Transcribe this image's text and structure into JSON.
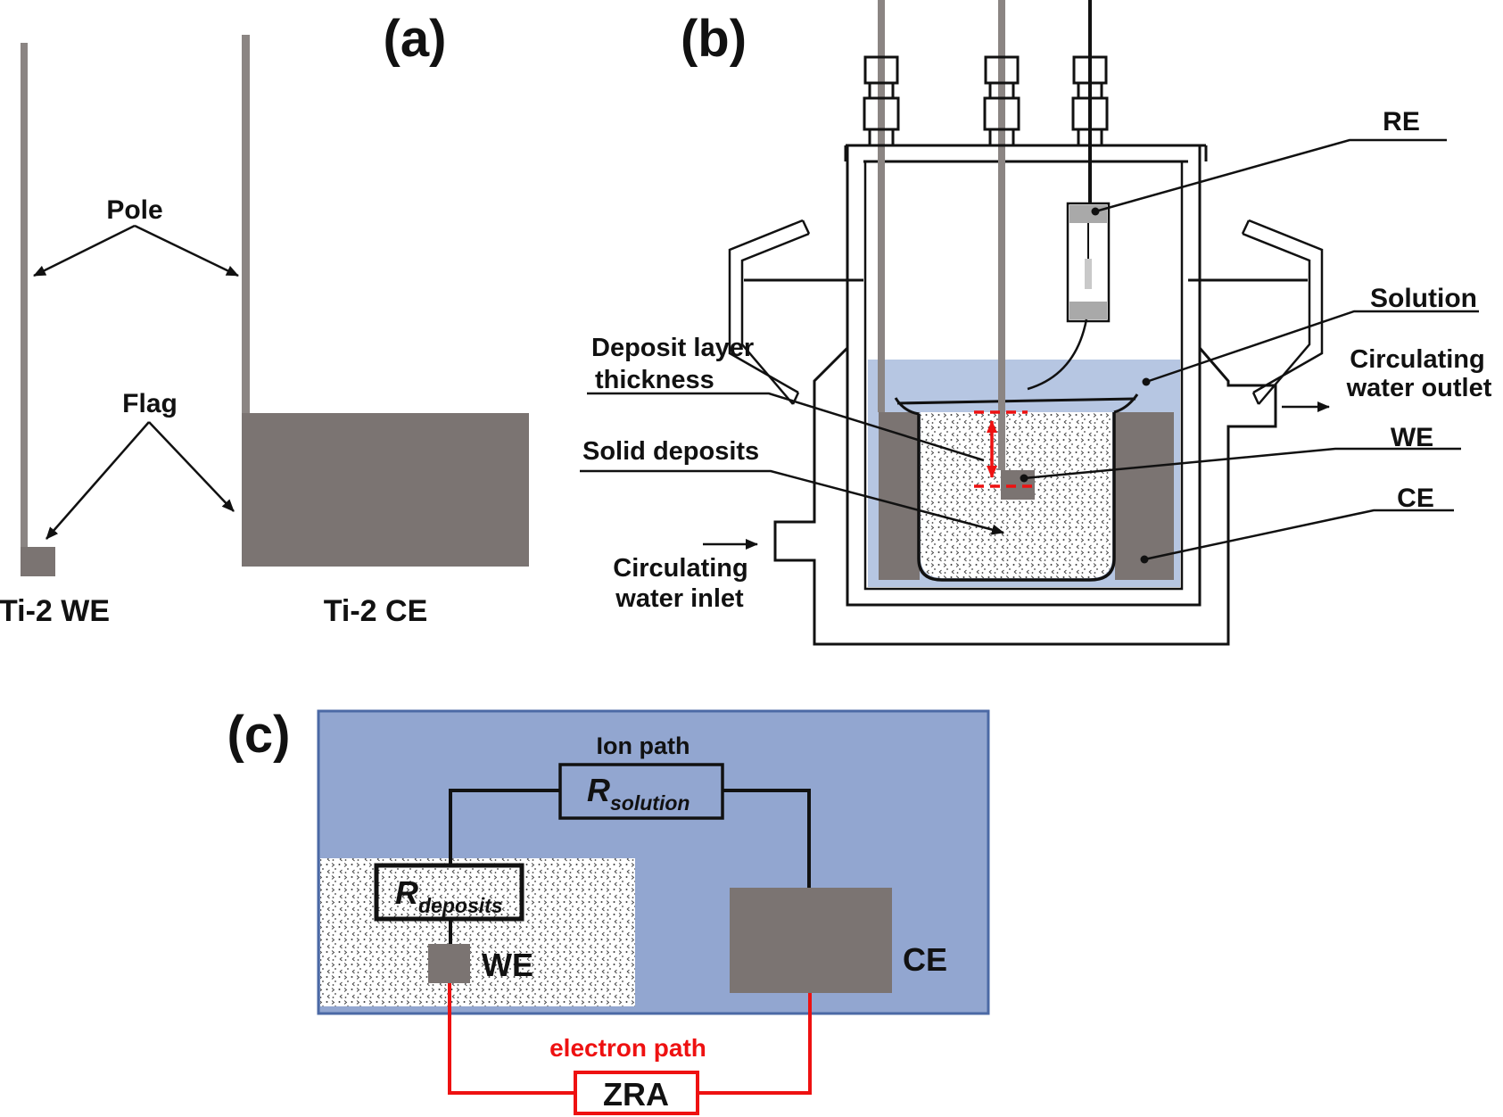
{
  "colors": {
    "electrode": "#7b7472",
    "rod": "#8b8583",
    "solution_blue": "#b6c6e2",
    "circuit_blue": "#92a6d0",
    "circuit_border": "#4b69a5",
    "re_cap": "#a9a9a9",
    "red": "#ee1111",
    "ink": "#111111"
  },
  "panel_a": {
    "tag": "(a)",
    "pole_label": "Pole",
    "flag_label": "Flag",
    "we_caption": "Ti-2 WE",
    "ce_caption": "Ti-2 CE"
  },
  "panel_b": {
    "tag": "(b)",
    "re_label": "RE",
    "solution_label": "Solution",
    "outlet_line1": "Circulating",
    "outlet_line2": "water outlet",
    "we_label": "WE",
    "ce_label": "CE",
    "deposit_line1": "Deposit layer",
    "deposit_line2": "thickness",
    "solid_deposits_label": "Solid deposits",
    "inlet_line1": "Circulating",
    "inlet_line2": "water inlet"
  },
  "panel_c": {
    "tag": "(c)",
    "ion_path_label": "Ion path",
    "r_solution_main": "R",
    "r_solution_sub": "solution",
    "r_deposits_main": "R",
    "r_deposits_sub": "deposits",
    "we_label": "WE",
    "ce_label": "CE",
    "electron_path_label": "electron path",
    "zra_label": "ZRA"
  }
}
